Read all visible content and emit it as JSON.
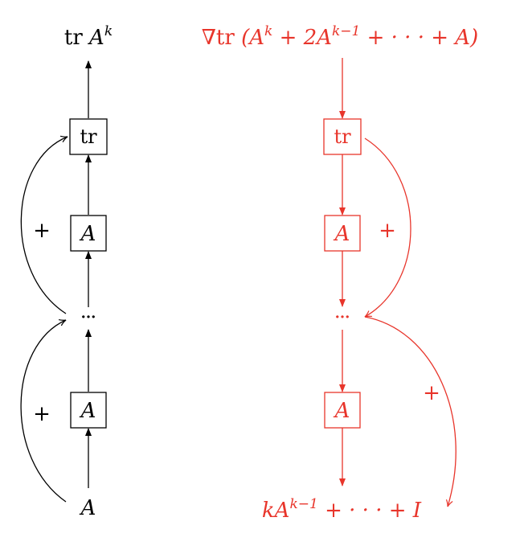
{
  "colors": {
    "forward": "#000000",
    "backward": "#e8352b"
  },
  "forward": {
    "top_label": {
      "op": "tr",
      "base": "A",
      "exp": "k"
    },
    "nodes": {
      "tr": "tr",
      "a1": "A",
      "dots": "···",
      "a2": "A",
      "input": "A"
    },
    "plus_labels": [
      "+",
      "+"
    ]
  },
  "backward": {
    "top_label": {
      "grad": "∇tr",
      "expr1": "(A",
      "exp1": "k",
      "expr2": " + 2A",
      "exp2": "k−1",
      "expr3": " + · · · + A)"
    },
    "nodes": {
      "tr": "tr",
      "a1": "A",
      "dots": "···",
      "a2": "A"
    },
    "bottom_label": {
      "part1": "kA",
      "exp": "k−1",
      "part2": " + · · · + I"
    },
    "plus_labels": [
      "+",
      "+"
    ]
  }
}
